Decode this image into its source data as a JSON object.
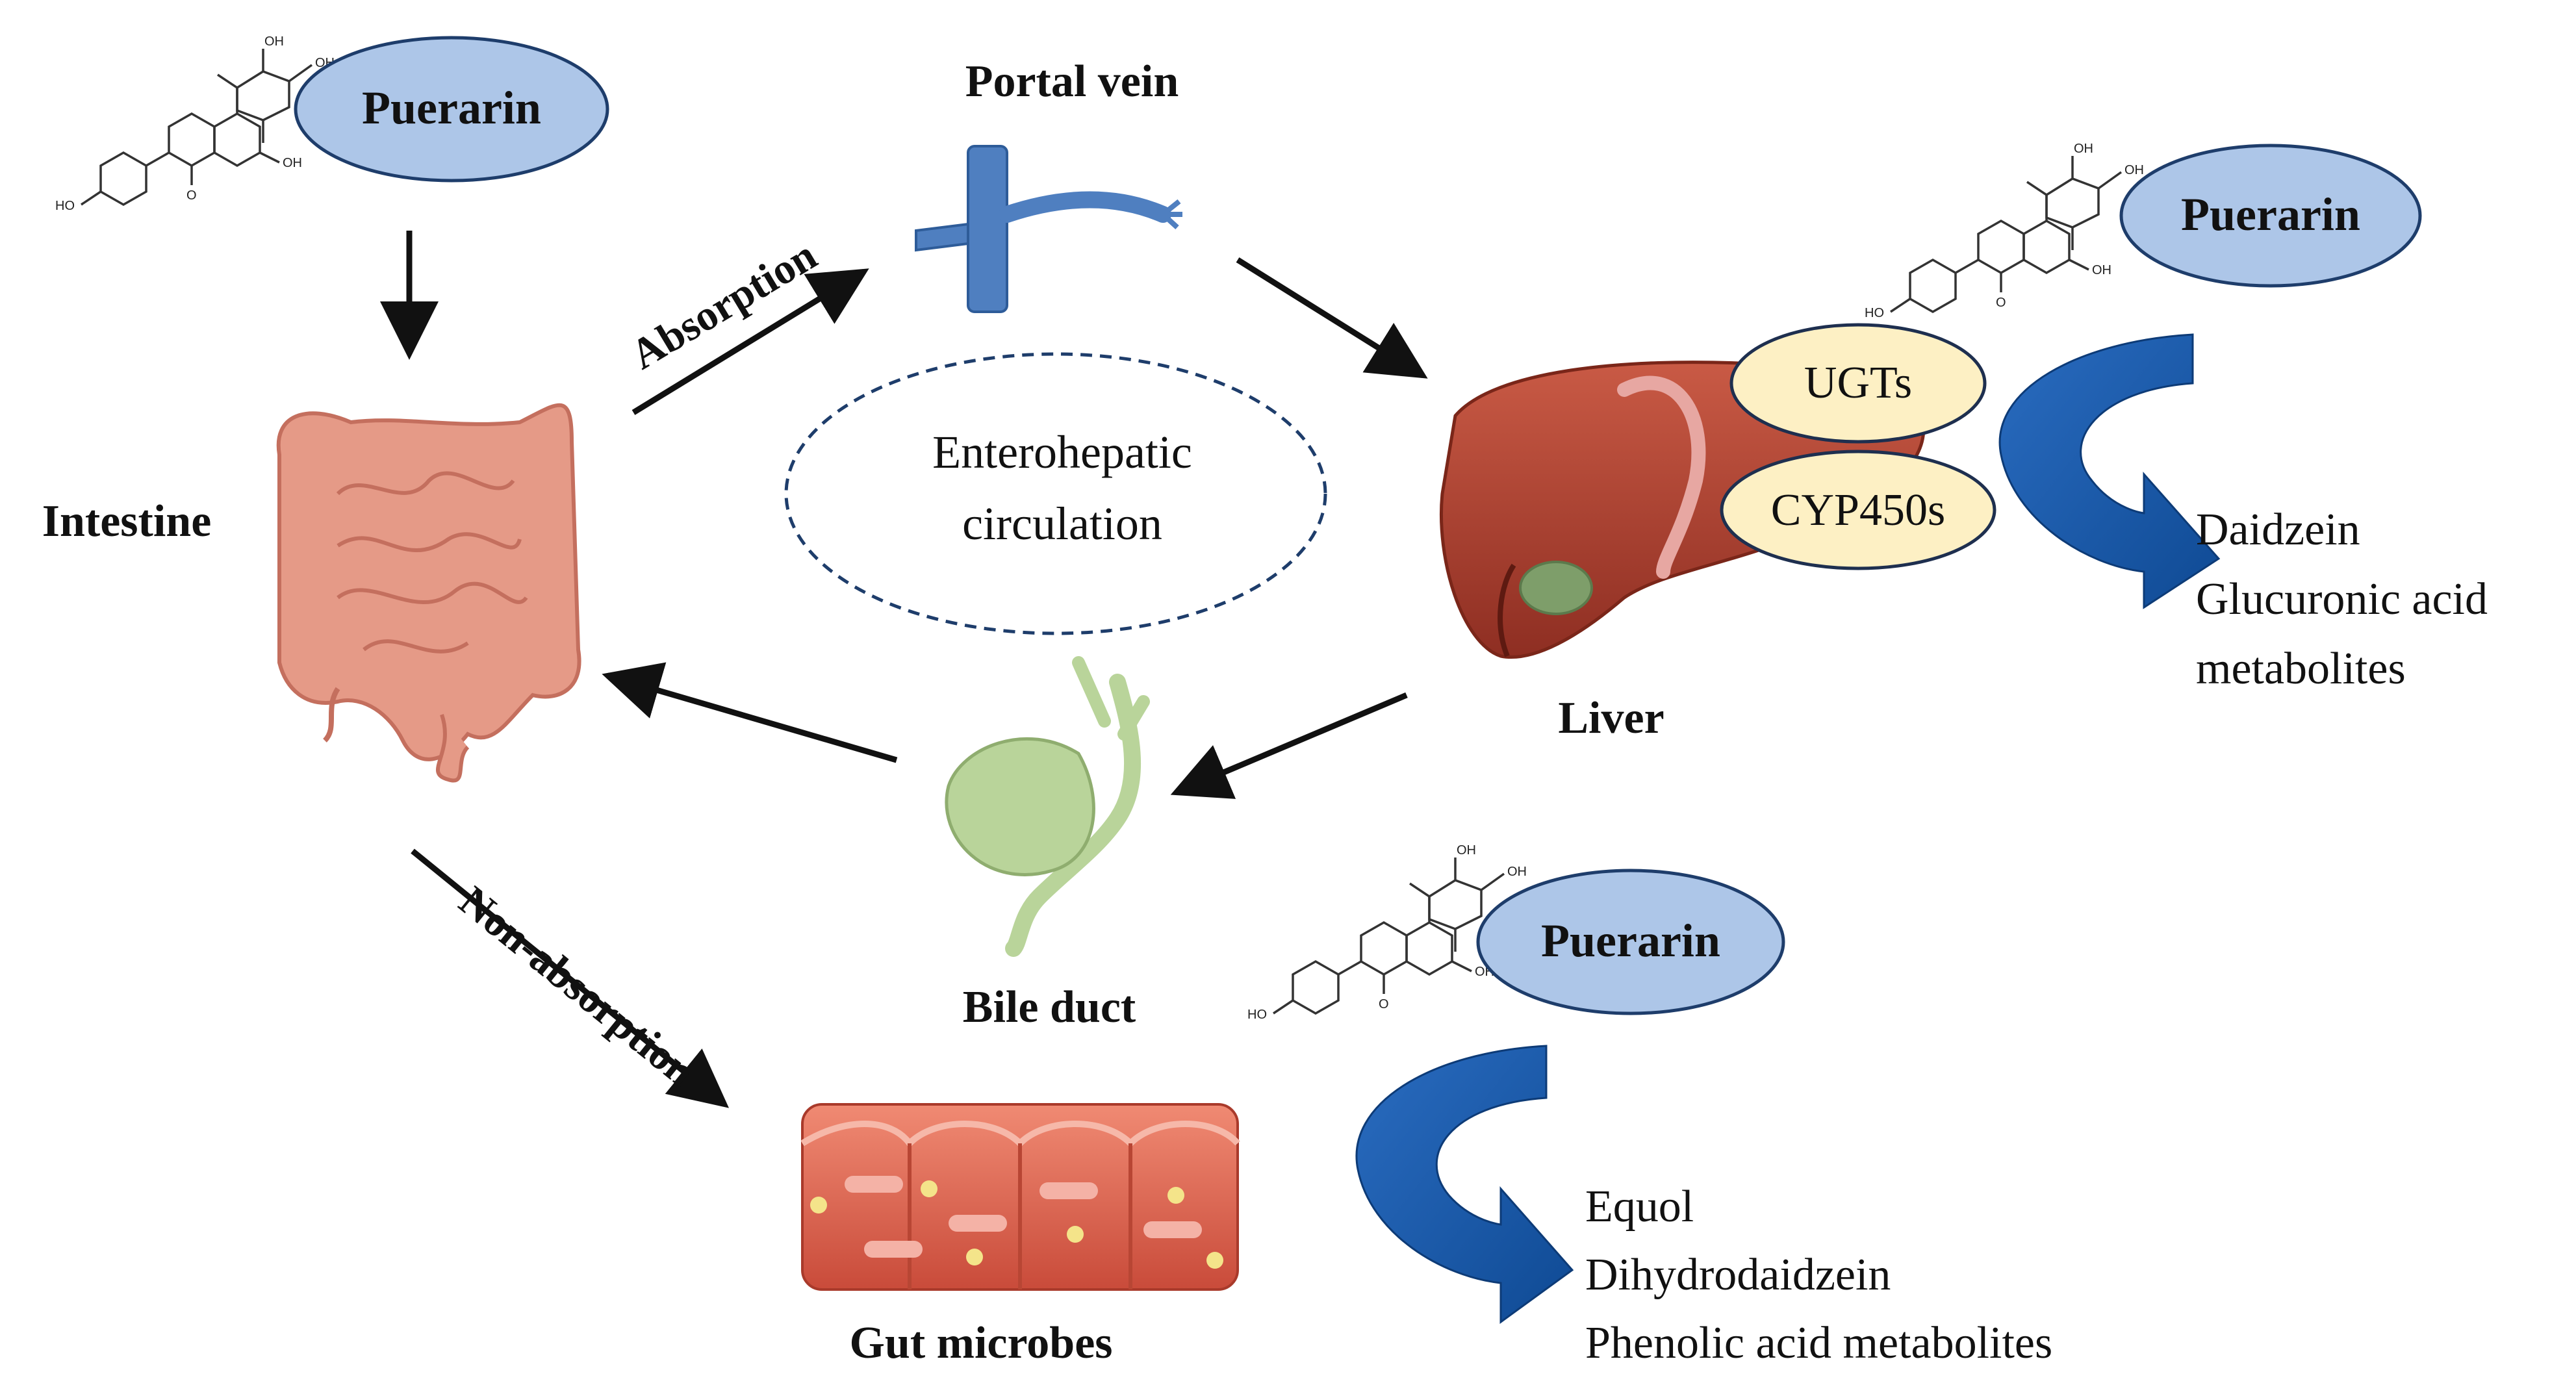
{
  "drug": {
    "name": "Puerarin",
    "structure_labels": {
      "hydroxyl": "OH",
      "hydroxyl_alt": "HO",
      "oxygen": "O"
    }
  },
  "pathway": {
    "absorption_label": "Absorption",
    "non_absorption_label": "Non-absorption",
    "cycle_label_line1": "Enterohepatic",
    "cycle_label_line2": "circulation"
  },
  "organs": {
    "intestine": "Intestine",
    "portal_vein": "Portal vein",
    "liver": "Liver",
    "bile_duct": "Bile duct",
    "gut_microbes": "Gut microbes"
  },
  "enzymes": [
    "UGTs",
    "CYP450s"
  ],
  "liver_metabolites": [
    "Daidzein",
    "Glucuronic acid",
    "metabolites"
  ],
  "microbe_metabolites": [
    "Equol",
    "Dihydrodaidzein",
    "Phenolic acid metabolites"
  ],
  "colors": {
    "puerarin_fill": "#adc6e8",
    "enzyme_fill": "#fdf0c4",
    "curved_arrow": "#1f5fae",
    "portal_vein": "#4f7fc0",
    "liver": "#b84a38",
    "intestine": "#e59a87",
    "gallbladder": "#b9d49a",
    "gut_tissue": "#e06a55"
  }
}
